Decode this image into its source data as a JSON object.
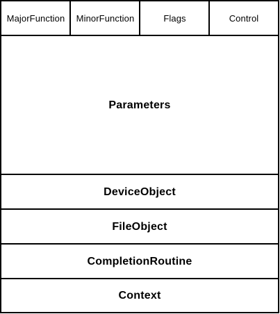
{
  "stack_location": {
    "header_fields": [
      {
        "label": "MajorFunction"
      },
      {
        "label": "MinorFunction"
      },
      {
        "label": "Flags"
      },
      {
        "label": "Control"
      }
    ],
    "parameters_label": "Parameters",
    "device_object_label": "DeviceObject",
    "file_object_label": "FileObject",
    "completion_routine_label": "CompletionRoutine",
    "context_label": "Context"
  },
  "colors": {
    "border": "#000000",
    "background": "#ffffff",
    "text": "#000000"
  }
}
